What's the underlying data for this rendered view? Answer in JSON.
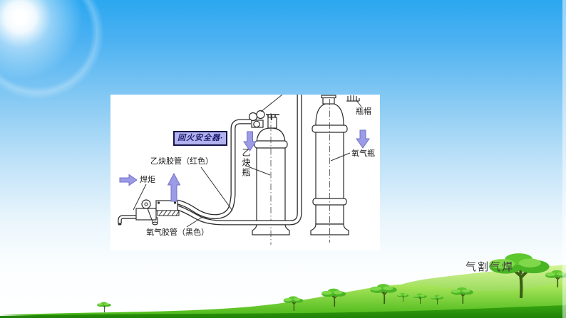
{
  "slide": {
    "footer_label": "气割气焊",
    "colors": {
      "sky_top": "#2ba7f0",
      "sky_horizon": "#ffffff",
      "grass_light": "#b9ed67",
      "grass_mid": "#4fbd1a",
      "grass_dark": "#2f9e10",
      "arrow_fill": "#9b9be6",
      "highlight_box_bg": "#b2b2ee",
      "highlight_box_border": "#15154a",
      "panel_bg": "#ffffff",
      "line_art": "#2b2b2b"
    }
  },
  "diagram": {
    "highlight_box_label": "回火安全器·",
    "labels": {
      "torch": "焊炬",
      "acetylene_hose": "乙炔胶管（红色）",
      "oxygen_hose": "氧气胶管（黑色）",
      "acetylene_bottle": "乙炔瓶",
      "oxygen_bottle": "氧气瓶",
      "bottle_cap": "瓶帽"
    }
  }
}
